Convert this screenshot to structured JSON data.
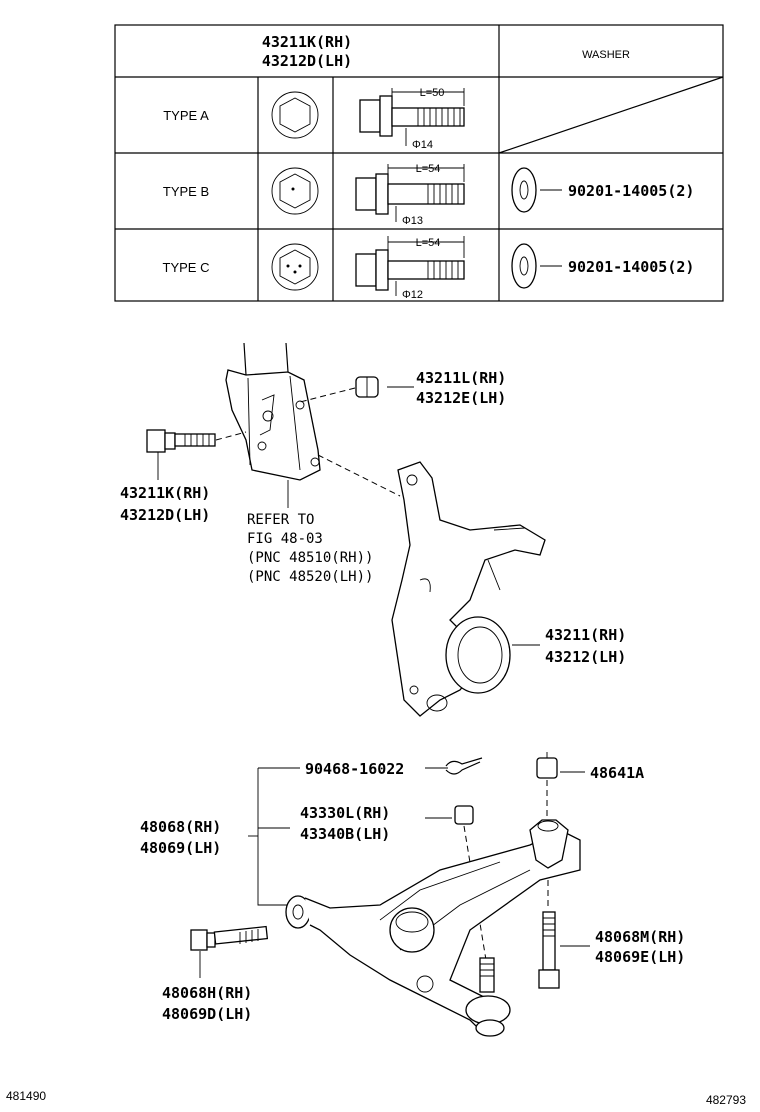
{
  "table": {
    "header_bolt_rh": "43211K(RH)",
    "header_bolt_lh": "43212D(LH)",
    "header_washer": "WASHER",
    "rows": [
      {
        "type": "TYPE A",
        "length": "L=50",
        "dia": "Φ14",
        "washer": ""
      },
      {
        "type": "TYPE B",
        "length": "L=54",
        "dia": "Φ13",
        "washer": "90201-14005(2)"
      },
      {
        "type": "TYPE C",
        "length": "L=54",
        "dia": "Φ12",
        "washer": "90201-14005(2)"
      }
    ]
  },
  "labels": {
    "nut_rh": "43211L(RH)",
    "nut_lh": "43212E(LH)",
    "bolt_rh": "43211K(RH)",
    "bolt_lh": "43212D(LH)",
    "refer_1": "REFER TO",
    "refer_2": "FIG 48-03",
    "refer_3": "(PNC 48510(RH))",
    "refer_4": "(PNC 48520(LH))",
    "knuckle_rh": "43211(RH)",
    "knuckle_lh": "43212(LH)",
    "cotter_pin": "90468-16022",
    "nut_48641": "48641A",
    "arm_rh": "48068(RH)",
    "arm_lh": "48069(LH)",
    "joint_rh": "43330L(RH)",
    "joint_lh": "43340B(LH)",
    "arm_bolt_rh": "48068M(RH)",
    "arm_bolt_lh": "48069E(LH)",
    "front_bolt_rh": "48068H(RH)",
    "front_bolt_lh": "48069D(LH)"
  },
  "footer": {
    "left_code": "481490",
    "right_code": "482793"
  }
}
